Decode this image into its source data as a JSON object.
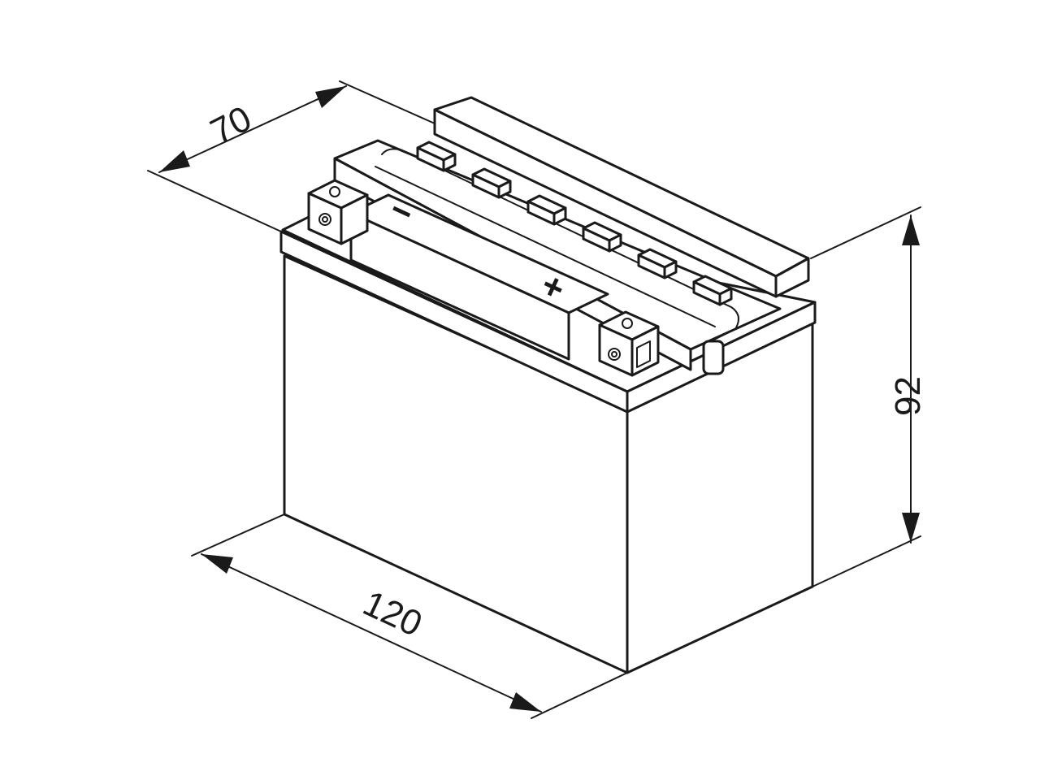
{
  "dimensions": {
    "length": "120",
    "depth": "70",
    "height": "92"
  },
  "polarity": {
    "negative": "−",
    "positive": "+"
  },
  "cell_caps_count": 6,
  "colors": {
    "line": "#1a1a1a",
    "background": "#ffffff"
  }
}
